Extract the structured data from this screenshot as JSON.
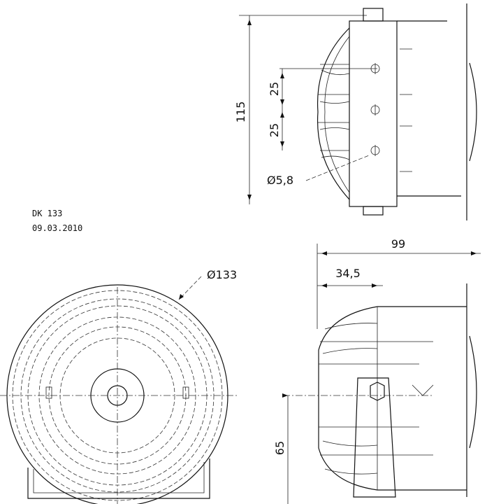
{
  "title_block": {
    "code": "DK 133",
    "date": "09.03.2010"
  },
  "dimensions": {
    "total_height": "115",
    "hole_spacing_1": "25",
    "hole_spacing_2": "25",
    "hole_diameter": "Ø5,8",
    "outer_diameter": "Ø133",
    "total_depth": "99",
    "mount_depth": "34,5",
    "axis_height": "65"
  }
}
